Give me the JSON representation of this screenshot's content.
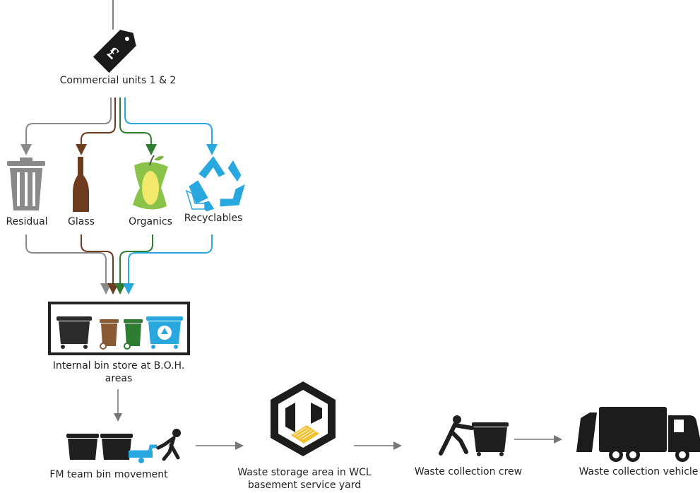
{
  "source": {
    "label": "Commercial units 1 & 2",
    "tag_symbol": "£"
  },
  "streams": [
    {
      "label": "Residual",
      "color": "#8a8a8a",
      "icon": "trash-bin-icon"
    },
    {
      "label": "Glass",
      "color": "#6e3b1e",
      "icon": "bottle-icon"
    },
    {
      "label": "Organics",
      "color": "#2e7d32",
      "icon": "apple-core-icon"
    },
    {
      "label": "Recyclables",
      "color": "#29a8e0",
      "icon": "recycle-icon"
    }
  ],
  "bin_store": {
    "label_line1": "Internal bin store at B.O.H.",
    "label_line2": "areas"
  },
  "process": [
    {
      "label": "FM team bin movement",
      "icon": "bin-tug-icon"
    },
    {
      "label_line1": "Waste storage area in WCL",
      "label_line2": "basement service yard",
      "icon": "storage-area-logo-icon"
    },
    {
      "label": "Waste collection crew",
      "icon": "crew-pushing-bin-icon"
    },
    {
      "label": "Waste collection vehicle",
      "icon": "refuse-truck-icon"
    }
  ]
}
